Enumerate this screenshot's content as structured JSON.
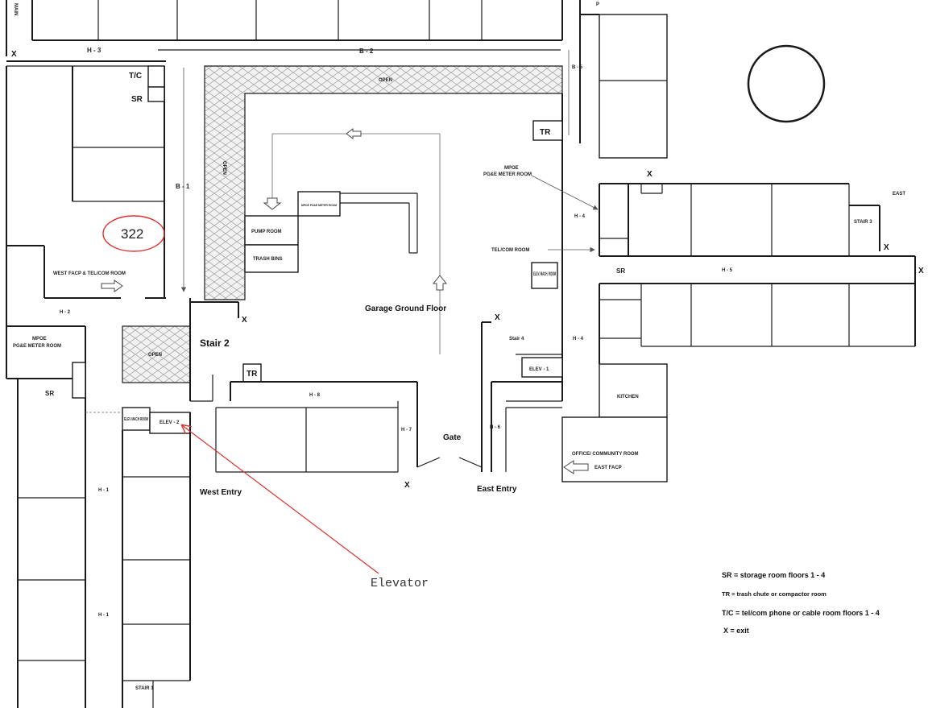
{
  "colors": {
    "wall": "#1a1a1a",
    "annotation": "#e03030",
    "background": "#ffffff"
  },
  "labels": {
    "main_side": "MAIN",
    "h3": "H - 3",
    "b2": "B - 2",
    "b5": "B - 5",
    "p": "P",
    "b1": "B - 1",
    "open_top": "OPEN",
    "open_side": "OPEN",
    "tc": "T/C",
    "sr_west_top": "SR",
    "tr_north": "TR",
    "mpoe_east": "MPOE",
    "pge_meter_room_east": "PG&E METER ROOM",
    "east_label": "EAST",
    "h4_north": "H - 4",
    "stair_3": "STAIR 3",
    "telcom_room": "TEL/COM ROOM",
    "sr_east": "SR",
    "h5": "H - 5",
    "elev_mach_room_east": "ELEV. MACH. ROOM",
    "mpoe_small": "MPOE PG&E METER ROOM",
    "pump_room": "PUMP ROOM",
    "trash_bins": "TRASH BINS",
    "west_facp": "WEST FACP & TEL/COM ROOM",
    "h2": "H - 2",
    "mpoe_west": "MPOE",
    "pge_meter_room_west": "PG&E METER ROOM",
    "sr_west": "SR",
    "open_center": "OPEN",
    "stair_2": "Stair 2",
    "garage_ground_floor": "Garage Ground Floor",
    "stair_4": "Stair 4",
    "h4_south": "H - 4",
    "elev_1": "ELEV - 1",
    "tr_center": "TR",
    "h8": "H - 8",
    "kitchen": "KITCHEN",
    "h7": "H - 7",
    "h6": "H - 6",
    "gate": "Gate",
    "office_community_room": "OFFICE/ COMMUNITY ROOM",
    "east_facp": "EAST FACP",
    "elev_mach_room_west": "ELEV MACH ROOM",
    "elev_2": "ELEV - 2",
    "west_entry": "West Entry",
    "east_entry": "East Entry",
    "h1_upper": "H - 1",
    "h1_lower": "H - 1",
    "stair_1": "STAIR 1",
    "exit_marker": "X"
  },
  "annotations": {
    "room_number": "322",
    "elevator_callout": "Elevator"
  },
  "legend": [
    "SR = storage room floors 1 - 4",
    "TR = trash chute or compactor room",
    "T/C = tel/com phone or cable room floors 1 - 4",
    "X = exit"
  ],
  "icons": [
    "arrow-up-icon",
    "arrow-down-icon",
    "arrow-left-icon",
    "arrow-right-icon",
    "exit-marker-icon"
  ]
}
